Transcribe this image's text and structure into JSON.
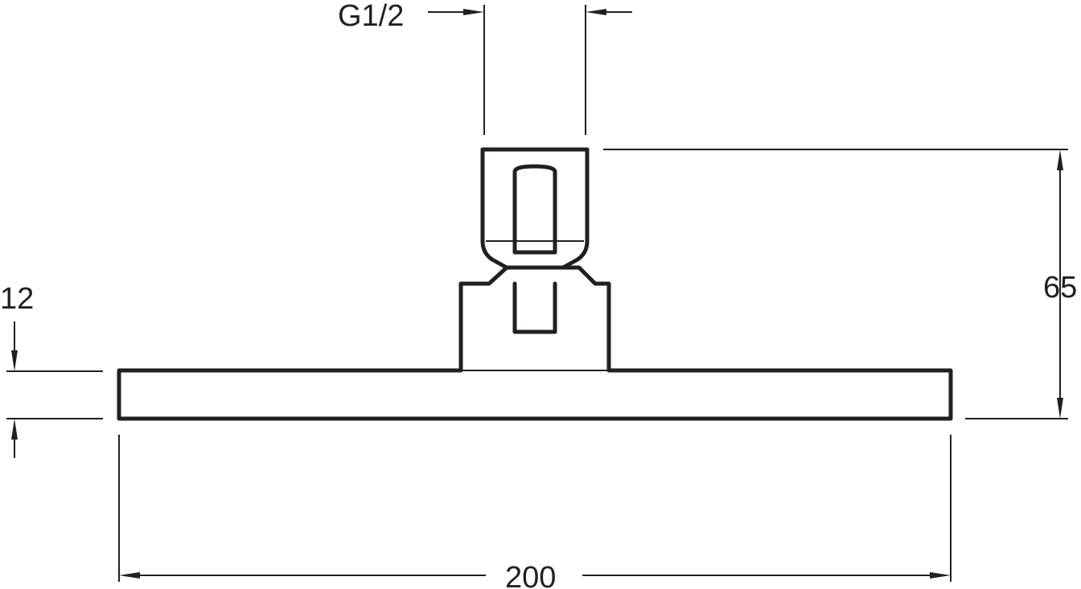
{
  "drawing": {
    "labels": {
      "thread": "G1/2",
      "height": "65",
      "plate_thickness": "12",
      "width": "200"
    },
    "line_color": "#231f20",
    "background": "#ffffff"
  }
}
